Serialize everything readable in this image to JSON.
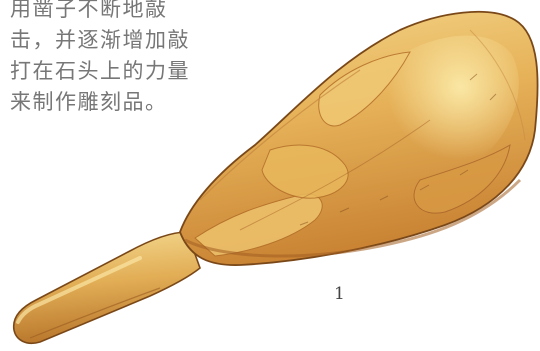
{
  "caption": {
    "lines": [
      "用凿子不断地敲",
      "击，并逐渐增加敲",
      "打在石头上的力量",
      "来制作雕刻品。"
    ]
  },
  "figure": {
    "number": "1",
    "icon": "wooden-mallet-icon"
  },
  "colors": {
    "wood_light": "#f2cf7a",
    "wood_mid": "#dba24c",
    "wood_dark": "#b46e28",
    "outline": "#7a4818",
    "text": "#777777"
  }
}
